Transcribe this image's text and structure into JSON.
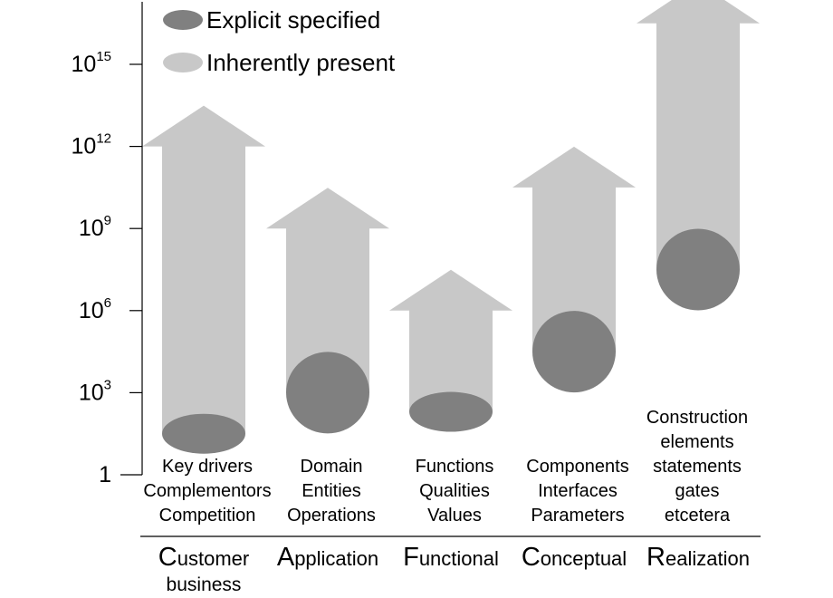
{
  "legend": [
    {
      "label": "Explicit specified",
      "color": "#808080"
    },
    {
      "label": "Inherently present",
      "color": "#c8c8c8"
    }
  ],
  "y_axis": {
    "scale": "log",
    "ticks": [
      {
        "base": "1",
        "exp": "",
        "value": 1
      },
      {
        "base": "10",
        "exp": "3",
        "value": 1000
      },
      {
        "base": "10",
        "exp": "6",
        "value": 1000000
      },
      {
        "base": "10",
        "exp": "9",
        "value": 1000000000
      },
      {
        "base": "10",
        "exp": "12",
        "value": 1000000000000
      },
      {
        "base": "10",
        "exp": "15",
        "value": 1000000000000000
      }
    ]
  },
  "columns": [
    {
      "cap": "C",
      "rest": "ustomer",
      "line2": "business",
      "items": [
        "Key drivers",
        "Complementors",
        "Competition"
      ],
      "explicit_exp": 1.5,
      "inherent_exp": 12
    },
    {
      "cap": "A",
      "rest": "pplication",
      "line2": "",
      "items": [
        "Domain",
        "Entities",
        "Operations"
      ],
      "explicit_exp": 3,
      "inherent_exp": 9
    },
    {
      "cap": "F",
      "rest": "unctional",
      "line2": "",
      "items": [
        "Functions",
        "Qualities",
        "Values"
      ],
      "explicit_exp": 2.3,
      "inherent_exp": 6
    },
    {
      "cap": "C",
      "rest": "onceptual",
      "line2": "",
      "items": [
        "Components",
        "Interfaces",
        "Parameters"
      ],
      "explicit_exp": 4.5,
      "inherent_exp": 10.5
    },
    {
      "cap": "R",
      "rest": "ealization",
      "line2": "",
      "items": [
        "Construction",
        "elements",
        "statements",
        "gates",
        "etcetera"
      ],
      "explicit_exp": 7.5,
      "inherent_exp": 16.5
    }
  ],
  "colors": {
    "explicit": "#808080",
    "inherent": "#c8c8c8",
    "axis": "#000000"
  }
}
